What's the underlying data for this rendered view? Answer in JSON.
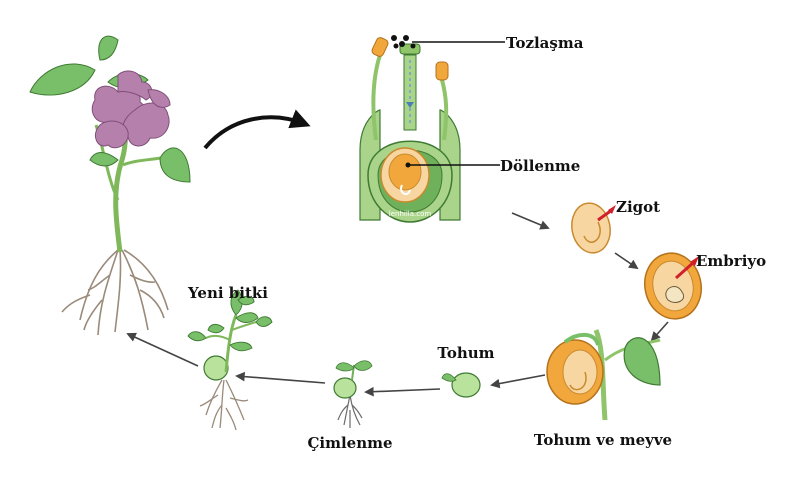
{
  "labels": {
    "pollination": "Tozlaşma",
    "fertilization": "Döllenme",
    "zygote": "Zigot",
    "embryo": "Embriyo",
    "seed_fruit": "Tohum ve meyve",
    "seed": "Tohum",
    "germination": "Çimlenme",
    "new_plant": "Yeni bitki",
    "watermark": "lenhilla.com"
  },
  "colors": {
    "leaf": "#79bf6a",
    "leaf_dark": "#3f7a33",
    "stem": "#8fc46a",
    "flower": "#b680ad",
    "flower_dark": "#7f4f78",
    "root": "#9a8a7a",
    "seed_orange": "#f1a73b",
    "seed_light": "#f7d6a2",
    "ovary_green": "#a9d48a",
    "arrow": "#444444",
    "red": "#d0202a"
  }
}
